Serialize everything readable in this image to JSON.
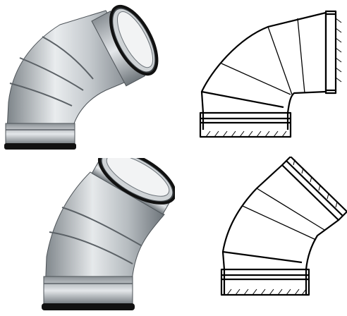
{
  "figure": {
    "items": [
      {
        "angle": 90,
        "kind": "photo"
      },
      {
        "angle": 90,
        "kind": "line-drawing"
      },
      {
        "angle": 45,
        "kind": "photo"
      },
      {
        "angle": 45,
        "kind": "line-drawing"
      }
    ],
    "colors": {
      "metal_light": "#e9ecee",
      "metal_mid": "#b9bfc4",
      "metal_dark": "#6d747a",
      "gasket": "#111111",
      "line": "#000000"
    }
  }
}
